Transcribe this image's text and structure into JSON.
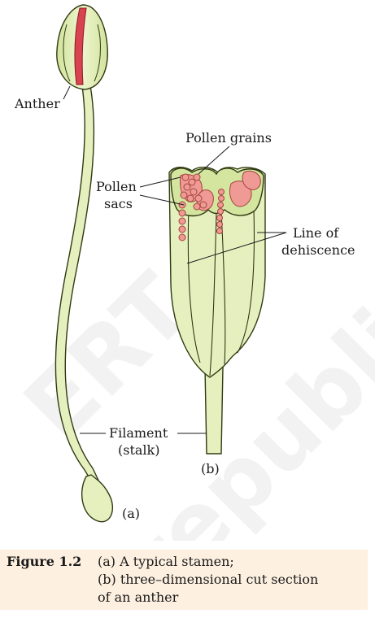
{
  "labels": {
    "anther": "Anther",
    "filament_line1": "Filament",
    "filament_line2": "(stalk)",
    "pollen_grains": "Pollen grains",
    "pollen_sacs_line1": "Pollen",
    "pollen_sacs_line2": "sacs",
    "dehiscence_line1": "Line of",
    "dehiscence_line2": "dehiscence",
    "part_a": "(a)",
    "part_b": "(b)"
  },
  "watermark": "NCERT republished",
  "caption": {
    "title": "Figure 1.2",
    "line1": "(a) A typical stamen;",
    "line2": "(b) three–dimensional cut section",
    "line3": "of an anther"
  },
  "colors": {
    "plant_fill": "#e6f0bf",
    "plant_stroke": "#2f3a12",
    "pollen_fill": "#f09a95",
    "connective_red": "#d9434f",
    "caption_bg": "#fdf0e0"
  }
}
